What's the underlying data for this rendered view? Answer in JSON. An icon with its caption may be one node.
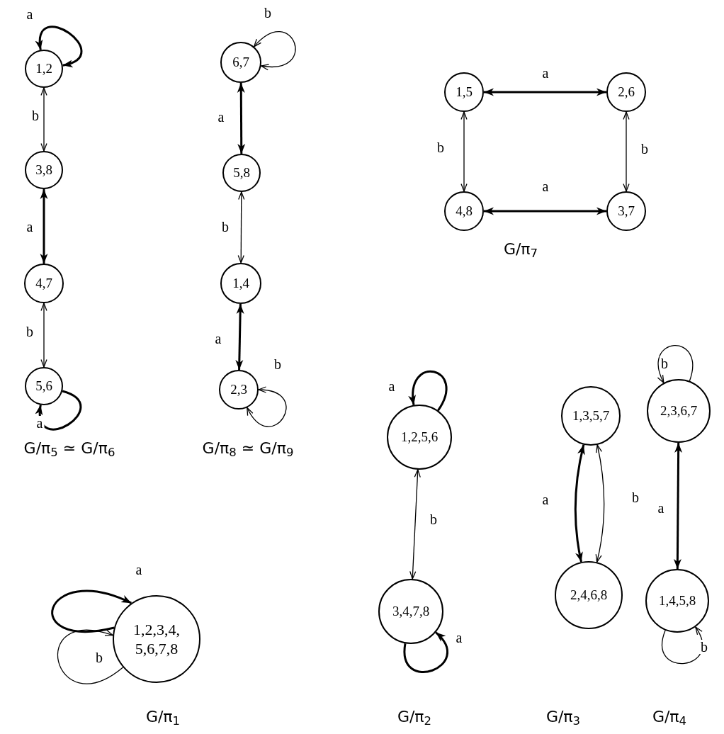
{
  "diagram": {
    "nodes": [
      {
        "text": [
          "1,2"
        ]
      },
      {
        "text": [
          "3,8"
        ]
      },
      {
        "text": [
          "4,7"
        ]
      },
      {
        "text": [
          "5,6"
        ]
      },
      {
        "text": [
          "6,7"
        ]
      },
      {
        "text": [
          "5,8"
        ]
      },
      {
        "text": [
          "1,4"
        ]
      },
      {
        "text": [
          "2,3"
        ]
      },
      {
        "text": [
          "1,5"
        ]
      },
      {
        "text": [
          "2,6"
        ]
      },
      {
        "text": [
          "4,8"
        ]
      },
      {
        "text": [
          "3,7"
        ]
      },
      {
        "text": [
          "1,2,5,6"
        ]
      },
      {
        "text": [
          "3,4,7,8"
        ]
      },
      {
        "text": [
          "1,3,5,7"
        ]
      },
      {
        "text": [
          "2,4,6,8"
        ]
      },
      {
        "text": [
          "2,3,6,7"
        ]
      },
      {
        "text": [
          "1,4,5,8"
        ]
      },
      {
        "text": [
          "1,2,3,4, 5,6,7,8"
        ]
      }
    ],
    "edges": [
      {
        "from": 0,
        "to": 0,
        "arrow": "both",
        "label": "a",
        "style": "thick"
      },
      {
        "from": 0,
        "to": 1,
        "arrow": "both",
        "label": "b"
      },
      {
        "from": 1,
        "to": 2,
        "arrow": "both",
        "label": "a",
        "style": "thick"
      },
      {
        "from": 2,
        "to": 3,
        "arrow": "both",
        "label": "b"
      },
      {
        "from": 3,
        "to": 3,
        "arrow": "to",
        "label": "a",
        "style": "thick"
      },
      {
        "from": 4,
        "to": 4,
        "arrow": "both",
        "label": "b"
      },
      {
        "from": 4,
        "to": 5,
        "arrow": "both",
        "label": "a",
        "style": "thick"
      },
      {
        "from": 5,
        "to": 6,
        "arrow": "both",
        "label": "b"
      },
      {
        "from": 6,
        "to": 7,
        "arrow": "both",
        "label": "a",
        "style": "thick"
      },
      {
        "from": 7,
        "to": 7,
        "arrow": "both",
        "label": "b"
      },
      {
        "from": 8,
        "to": 9,
        "arrow": "both",
        "label": "a",
        "style": "thick"
      },
      {
        "from": 8,
        "to": 10,
        "arrow": "both",
        "label": "b"
      },
      {
        "from": 9,
        "to": 11,
        "arrow": "both",
        "label": "b"
      },
      {
        "from": 10,
        "to": 11,
        "arrow": "both",
        "label": "a",
        "style": "thick"
      },
      {
        "from": 12,
        "to": 12,
        "arrow": "to",
        "label": "a",
        "style": "thick"
      },
      {
        "from": 12,
        "to": 13,
        "arrow": "both",
        "label": "b"
      },
      {
        "from": 13,
        "to": 13,
        "arrow": "to",
        "label": "a",
        "style": "thick"
      },
      {
        "from": 14,
        "to": 15,
        "arrow": "both",
        "label": "a",
        "style": "thick"
      },
      {
        "from": 14,
        "to": 15,
        "arrow": "both",
        "label": "b"
      },
      {
        "from": 16,
        "to": 16,
        "arrow": "to",
        "label": "b"
      },
      {
        "from": 16,
        "to": 17,
        "arrow": "both",
        "label": "a",
        "style": "thick"
      },
      {
        "from": 17,
        "to": 17,
        "arrow": "to",
        "label": "b"
      },
      {
        "from": 18,
        "to": 18,
        "arrow": "to",
        "label": "a",
        "style": "thick"
      },
      {
        "from": 18,
        "to": 18,
        "arrow": "to",
        "label": "b"
      }
    ],
    "labels": [
      "G/π$_{7}$",
      "G/π$_{5}$ ≃ G/π$_{6}$",
      "G/π$_{8}$ ≃ G/π$_{9}$",
      "G/π$_{1}$",
      "G/π$_{2}$",
      "G/π$_{3}$",
      "G/π$_{4}$"
    ]
  }
}
